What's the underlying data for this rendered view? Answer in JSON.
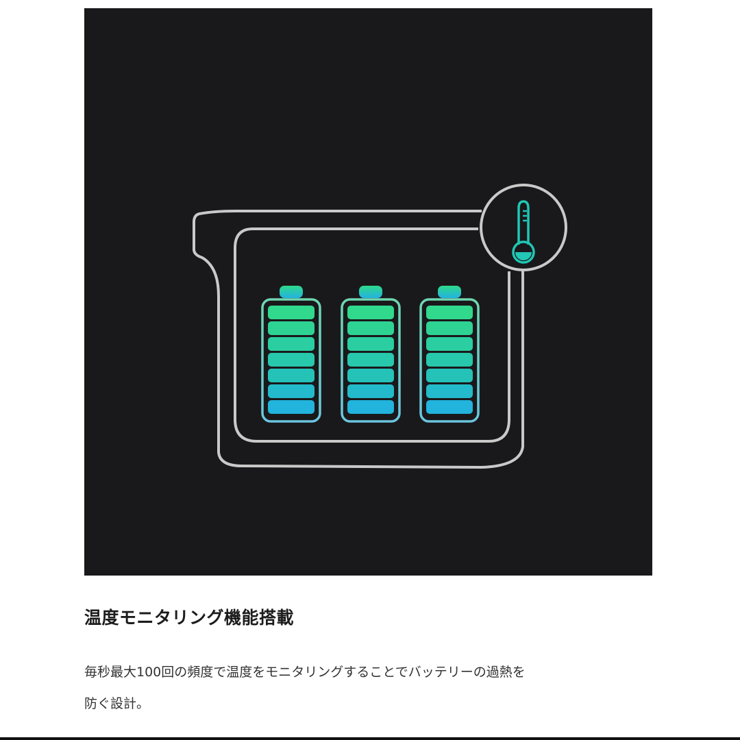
{
  "illustration": {
    "panel_color": "#19191b",
    "outline_color": "#c9c9c9",
    "battery_outline_color": "#6fc9c4",
    "battery_gradient_top": "#2fd98a",
    "battery_gradient_bottom": "#22b3e0",
    "thermometer_color": "#21c6b4",
    "battery_count": 3,
    "cells_per_battery": 7,
    "icons": [
      "power-station-outline-icon",
      "battery-icon",
      "thermometer-icon"
    ]
  },
  "content": {
    "title": "温度モニタリング機能搭載",
    "description_line1": "毎秒最大100回の頻度で温度をモニタリングすることでバッテリーの過熱を",
    "description_line2": "防ぐ設計。"
  }
}
